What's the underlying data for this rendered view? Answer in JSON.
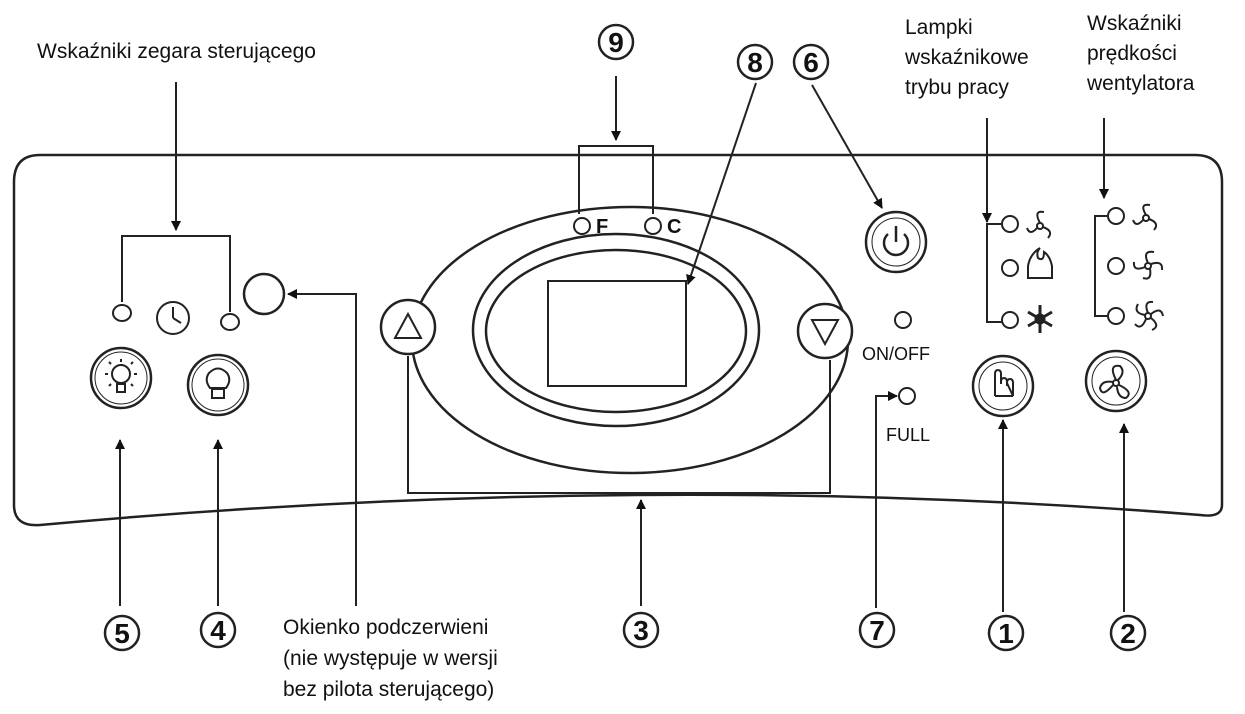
{
  "labels": {
    "timer_indicators": "Wskaźniki zegara sterującego",
    "mode_lamps": [
      "Lampki",
      "wskaźnikowe",
      "trybu pracy"
    ],
    "fan_speed": [
      "Wskaźniki",
      "prędkości",
      "wentylatora"
    ],
    "ir_window": [
      "Okienko podczerwieni",
      "(nie występuje w wersji",
      "bez pilota sterującego)"
    ]
  },
  "panel": {
    "unit_f": "F",
    "unit_c": "C",
    "on_off": "ON/OFF",
    "full": "FULL"
  },
  "callouts": [
    "1",
    "2",
    "3",
    "4",
    "5",
    "6",
    "7",
    "8",
    "9"
  ],
  "icons": [
    "sun-icon",
    "clock-icon",
    "bulb-icon",
    "up-arrow-icon",
    "down-arrow-icon",
    "power-icon",
    "hand-icon",
    "fan-icon",
    "flame-icon",
    "snowflake-icon"
  ]
}
